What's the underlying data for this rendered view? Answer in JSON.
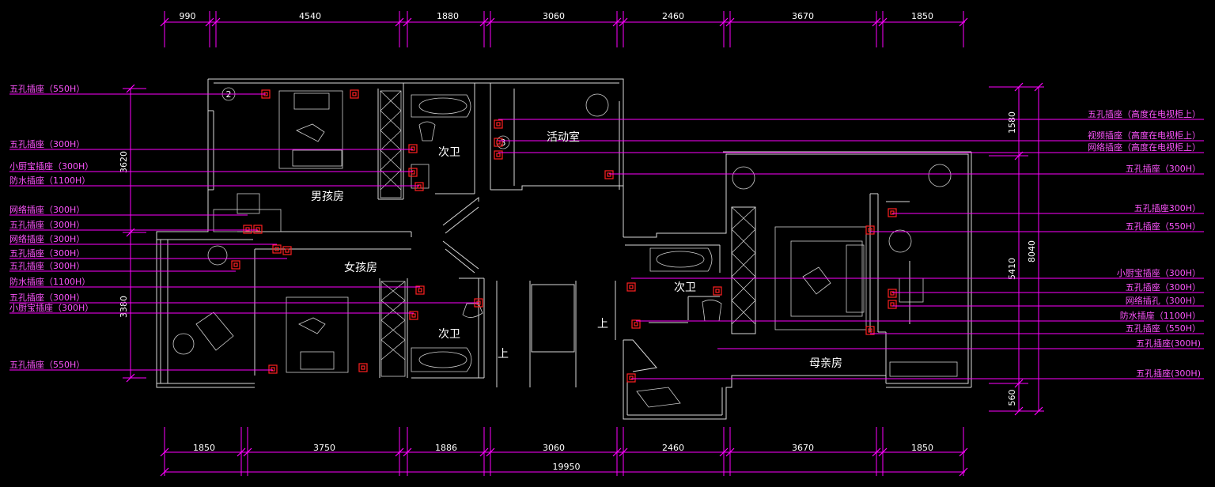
{
  "colors": {
    "background": "#000000",
    "walls": "#d8d8d8",
    "dimension": "#ff00ff",
    "socket": "#ff2020",
    "text": "#ffffff"
  },
  "rooms": {
    "boys_room": "男孩房",
    "girls_room": "女孩房",
    "bath_top": "次卫",
    "bath_mid": "次卫",
    "bath_right": "次卫",
    "activity_room": "活动室",
    "mother_room": "母亲房",
    "stair_up_1": "上",
    "stair_up_2": "上"
  },
  "dims": {
    "top": [
      "990",
      "4540",
      "1880",
      "3060",
      "2460",
      "3670",
      "1850"
    ],
    "bottom": [
      "1850",
      "3750",
      "1886",
      "3060",
      "2460",
      "3670",
      "1850"
    ],
    "total": "19950",
    "left": [
      "3620",
      "3380"
    ],
    "right_inner": [
      "1580",
      "5410",
      "560"
    ],
    "right_outer": "8040"
  },
  "labels_left": [
    "五孔插座（550H）",
    "五孔插座（300H）",
    "小厨宝插座（300H）",
    "防水插座（1100H）",
    "网络插座（300H）",
    "五孔插座（300H）",
    "网络插座（300H）",
    "五孔插座（300H）",
    "五孔插座（300H）",
    "防水插座（1100H）",
    "五孔插座（300H）",
    "小厨宝插座（300H）",
    "五孔插座（550H）"
  ],
  "labels_right": [
    "五孔插座（高度在电视柜上）",
    "视频插座（高度在电视柜上）",
    "网络插座（高度在电视柜上）",
    "五孔插座（300H）",
    "五孔插座300H）",
    "五孔插座（550H）",
    "小厨宝插座（300H）",
    "五孔插座（300H）",
    "网络插孔（300H）",
    "防水插座（1100H）",
    "五孔插座（550H）",
    "五孔插座(300H)",
    "五孔插座(300H)"
  ],
  "annotations": {
    "circle_2": "2",
    "circle_3": "3"
  }
}
